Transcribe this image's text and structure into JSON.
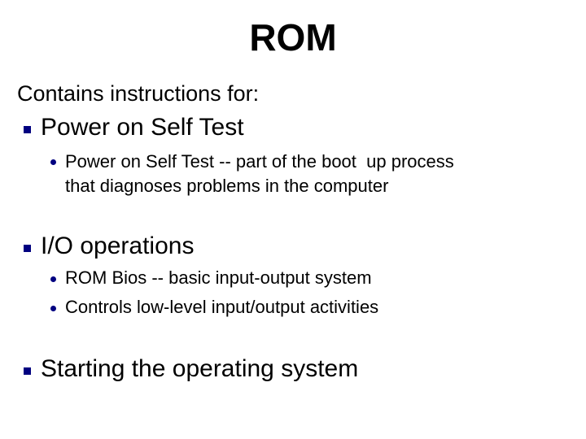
{
  "colors": {
    "background": "#ffffff",
    "text": "#000000",
    "bullet_navy": "#000080"
  },
  "slide": {
    "title": "ROM",
    "intro": "Contains instructions for:",
    "sections": [
      {
        "heading": "Power on Self Test",
        "subitems": [
          {
            "lines": [
              "Power on Self Test -- part of the boot  up process",
              "that diagnoses problems in the computer"
            ]
          }
        ]
      },
      {
        "heading": "I/O operations",
        "subitems": [
          {
            "lines": [
              "ROM Bios -- basic input-output system"
            ]
          },
          {
            "lines": [
              "Controls low-level input/output activities"
            ]
          }
        ]
      },
      {
        "heading": "Starting the operating system",
        "subitems": []
      }
    ]
  }
}
